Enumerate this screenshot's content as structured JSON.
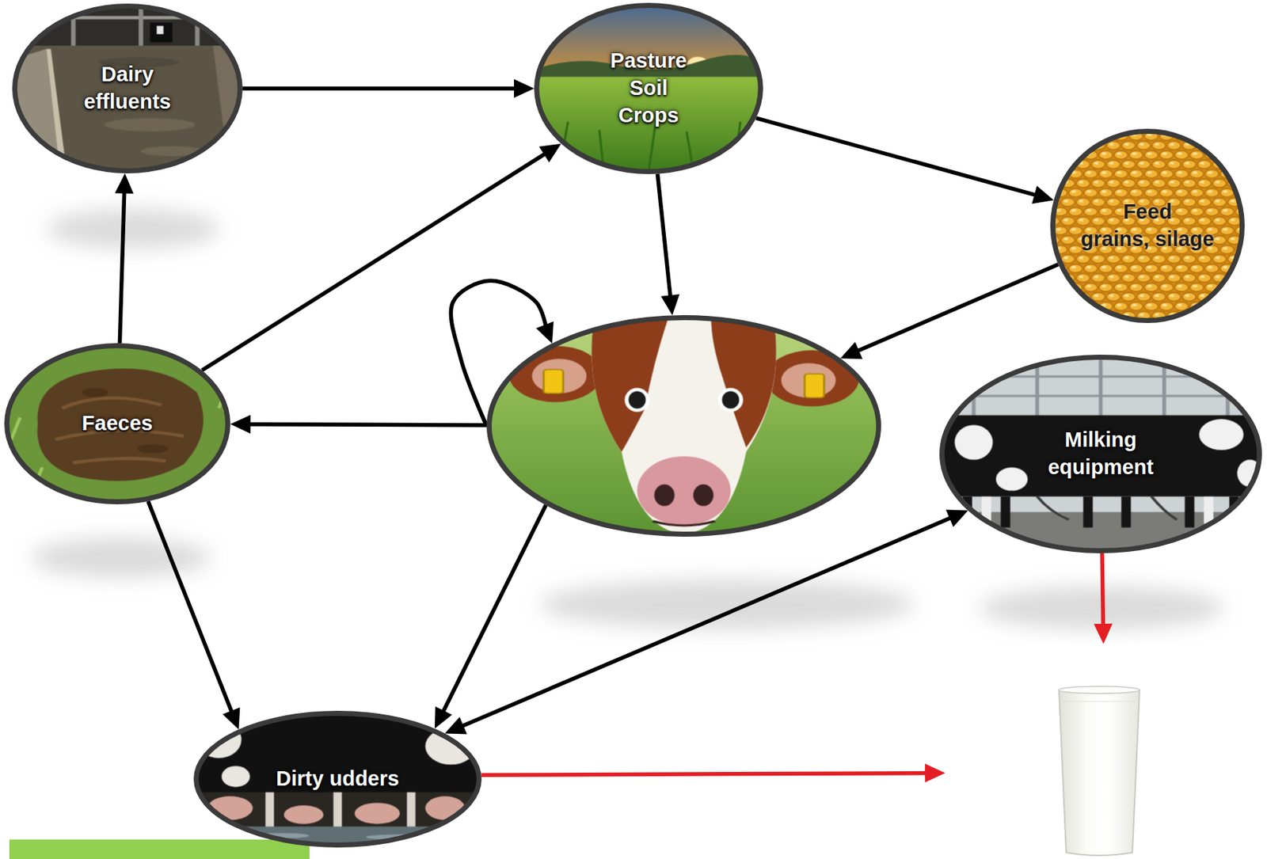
{
  "diagram": {
    "nodes": [
      {
        "text": [
          "Dairy effluents"
        ]
      },
      {
        "text": [
          "Pasture Soil Crops"
        ]
      },
      {
        "text": [
          "Feed",
          "grains, silage"
        ]
      },
      {
        "text": [
          "Faeces"
        ]
      },
      {
        "text": []
      },
      {
        "text": [
          "Milking equipment"
        ]
      },
      {
        "text": [
          "Dirty udders"
        ]
      },
      {
        "text": []
      }
    ],
    "edges": [
      {
        "from": 0,
        "to": 1,
        "arrow": "to"
      },
      {
        "from": 1,
        "to": 2,
        "arrow": "to"
      },
      {
        "from": 1,
        "to": 4,
        "arrow": "to"
      },
      {
        "from": 2,
        "to": 4,
        "arrow": "to"
      },
      {
        "from": 4,
        "to": 4,
        "arrow": "to"
      },
      {
        "from": 4,
        "to": 3,
        "arrow": "to"
      },
      {
        "from": 3,
        "to": 0,
        "arrow": "to"
      },
      {
        "from": 3,
        "to": 1,
        "arrow": "to"
      },
      {
        "from": 3,
        "to": 6,
        "arrow": "to"
      },
      {
        "from": 4,
        "to": 6,
        "arrow": "to"
      },
      {
        "from": 5,
        "to": 6,
        "arrow": "both"
      },
      {
        "from": 5,
        "to": 7,
        "arrow": "to"
      },
      {
        "from": 6,
        "to": 7,
        "arrow": "to"
      }
    ]
  }
}
